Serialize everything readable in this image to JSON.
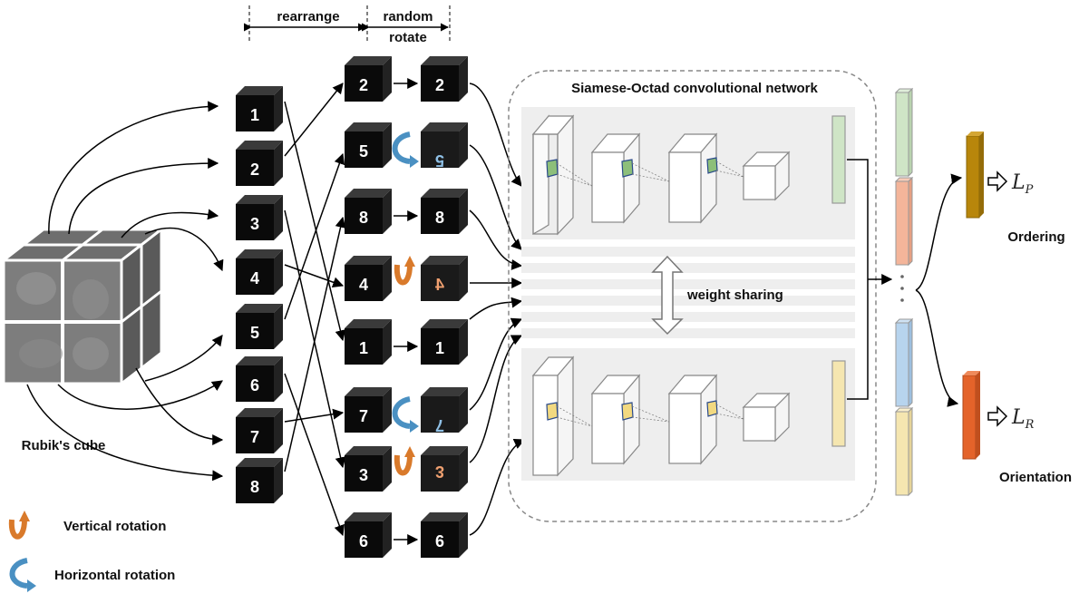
{
  "header": {
    "rearrange": "rearrange",
    "random": "random",
    "rotate": "rotate"
  },
  "network_title": "Siamese-Octad convolutional network",
  "weight_sharing": "weight sharing",
  "rubiks_label": "Rubik's cube",
  "ordering_label": "Ordering",
  "orientation_label": "Orientation",
  "loss_p": {
    "main": "L",
    "sub": "P"
  },
  "loss_r": {
    "main": "L",
    "sub": "R"
  },
  "legend": {
    "vertical": "Vertical rotation",
    "horizontal": "Horizontal rotation"
  },
  "col1": [
    "1",
    "2",
    "3",
    "4",
    "5",
    "6",
    "7",
    "8"
  ],
  "col2": [
    "2",
    "5",
    "8",
    "4",
    "1",
    "7",
    "3",
    "6"
  ],
  "col3": [
    "2",
    "5",
    "8",
    "4",
    "1",
    "7",
    "3",
    "6"
  ],
  "rotations": [
    "none",
    "horizontal",
    "none",
    "vertical",
    "none",
    "horizontal",
    "vertical",
    "none"
  ],
  "colors": {
    "vertical": "#d97a2b",
    "horizontal": "#4a90c2",
    "green": "#cfe5c6",
    "yellow": "#f5e6b0",
    "blue": "#b7d4ee",
    "salmon": "#f4b59a",
    "ordering_bar": "#b8860b",
    "orientation_bar": "#e4632a"
  }
}
